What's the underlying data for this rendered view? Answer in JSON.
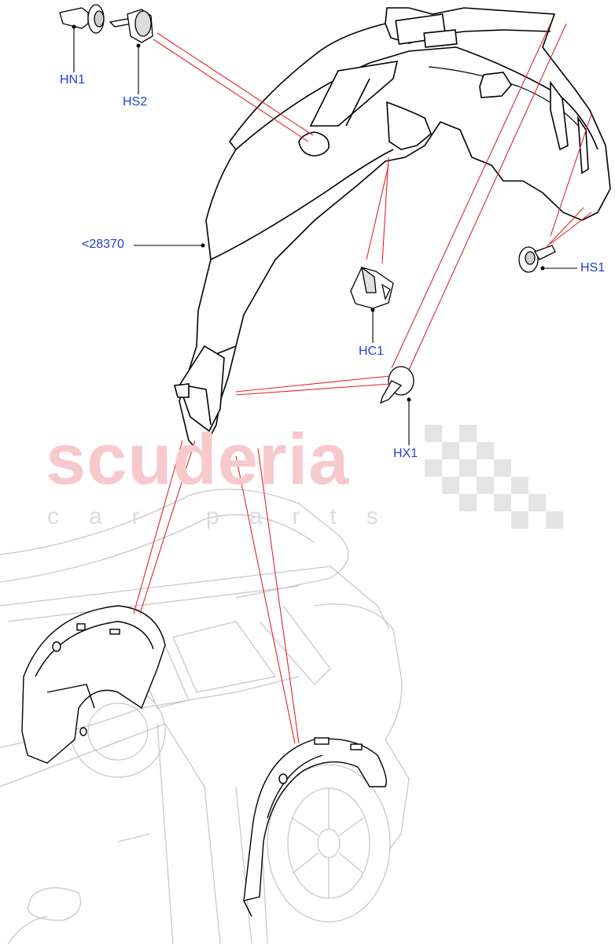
{
  "callouts": {
    "hn1": "HN1",
    "hs2": "HS2",
    "part": "<28370",
    "hs1": "HS1",
    "hc1": "HC1",
    "hx1": "HX1"
  },
  "watermark": {
    "main": "scuderia",
    "sub": "car parts"
  },
  "colors": {
    "leader_red": "#e32428",
    "callout_blue": "#1f3fd6",
    "car_outline": "#c8c8c8",
    "part_outline": "#000000"
  }
}
